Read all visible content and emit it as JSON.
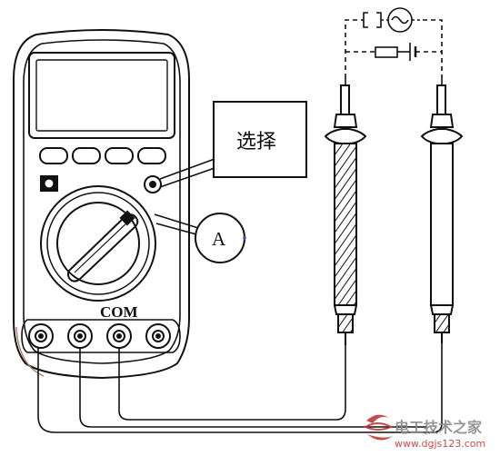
{
  "labels": {
    "select_label": "选择",
    "knob_label": "A",
    "com_label": "COM"
  },
  "watermark": {
    "brand": "电工技术之家",
    "url": "www.dgjs123.com"
  },
  "colors": {
    "line": "#111111",
    "watermark_red": "#c23a3a",
    "watermark_gray": "#8a8a8a",
    "knob_dot": "#3a55c8"
  }
}
